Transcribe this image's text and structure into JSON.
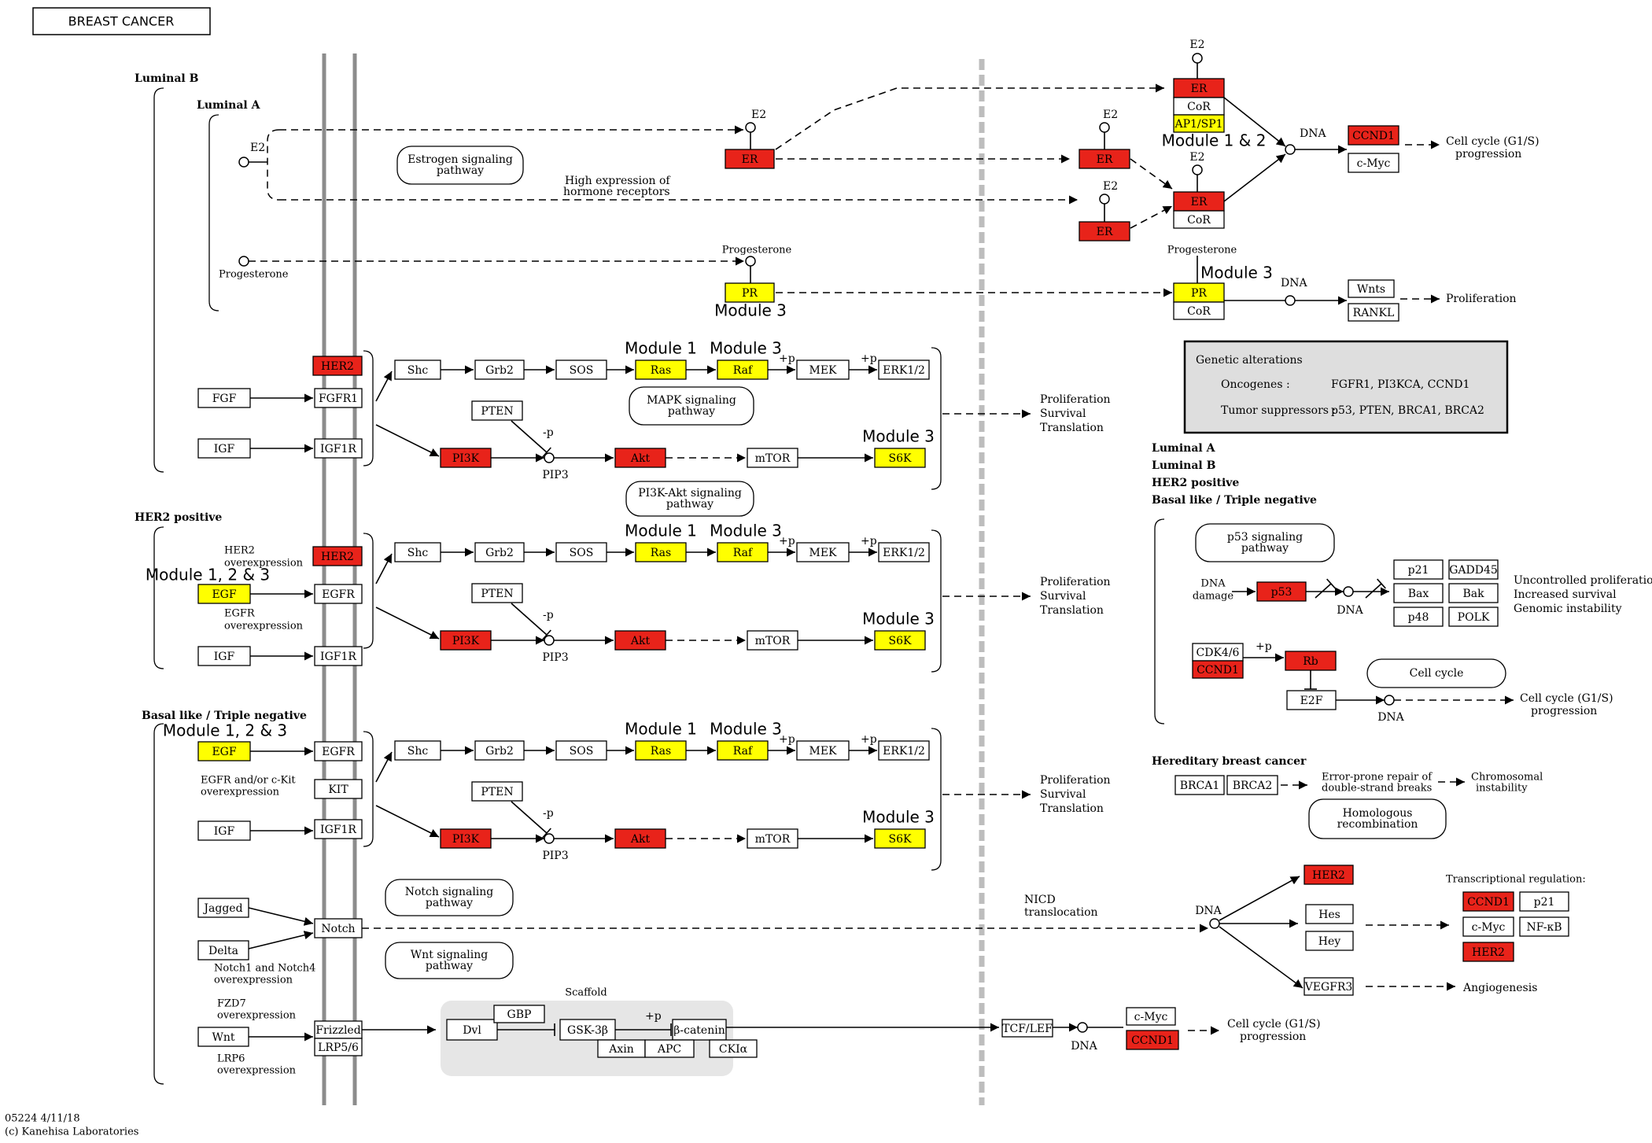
{
  "title": "BREAST CANCER",
  "footer": {
    "code": "05224 4/11/18",
    "copyright": "(c) Kanehisa Laboratories"
  },
  "colors": {
    "red": "#e8231a",
    "yellow": "#ffff00",
    "white": "#ffffff",
    "gray_box": "#dedede",
    "scaffold": "#e6e6e6",
    "line": "#000000",
    "membrane": "#8c8c8c"
  },
  "sections": {
    "luminal_b": "Luminal B",
    "luminal_a": "Luminal A",
    "her2_positive": "HER2 positive",
    "basal_like": "Basal like / Triple negative"
  },
  "genes": {
    "her2": "HER2",
    "fgfr1": "FGFR1",
    "igf1r": "IGF1R",
    "egfr": "EGFR",
    "kit": "KIT",
    "fgf": "FGF",
    "igf": "IGF",
    "egf": "EGF",
    "shc": "Shc",
    "grb2": "Grb2",
    "sos": "SOS",
    "ras": "Ras",
    "raf": "Raf",
    "mek": "MEK",
    "erk": "ERK1/2",
    "pten": "PTEN",
    "pi3k": "PI3K",
    "akt": "Akt",
    "mtor": "mTOR",
    "s6k": "S6K",
    "er": "ER",
    "cor": "CoR",
    "ap1": "AP1/SP1",
    "pr": "PR",
    "ccnd1": "CCND1",
    "cmyc": "c-Myc",
    "wnts": "Wnts",
    "rankl": "RANKL",
    "jagged": "Jagged",
    "delta": "Delta",
    "notch": "Notch",
    "wnt": "Wnt",
    "frizzled": "Frizzled",
    "lrp": "LRP5/6",
    "dvl": "Dvl",
    "gbp": "GBP",
    "gsk": "GSK-3β",
    "bcat": "β-catenin",
    "axin": "Axin",
    "apc": "APC",
    "ck1a": "CKIα",
    "tcf": "TCF/LEF",
    "hes": "Hes",
    "hey": "Hey",
    "vegfr3": "VEGFR3",
    "p21": "p21",
    "nfkb": "NF-κB",
    "p53": "p53",
    "gadd45": "GADD45",
    "bax": "Bax",
    "bak": "Bak",
    "p48": "p48",
    "polk": "POLK",
    "cdk46": "CDK4/6",
    "rb": "Rb",
    "e2f": "E2F",
    "brca1": "BRCA1",
    "brca2": "BRCA2"
  },
  "modules": {
    "m1": "Module 1",
    "m3": "Module 3",
    "m12": "Module 1 & 2",
    "m123": "Module 1, 2 & 3"
  },
  "labels": {
    "e2": "E2",
    "progesterone": "Progesterone",
    "dna": "DNA",
    "pip3": "PIP3",
    "p": "+p",
    "mp": "-p",
    "high_expr_1": "High expression of",
    "high_expr_2": "hormone receptors",
    "prolif": "Proliferation",
    "survival": "Survival",
    "translation": "Translation",
    "cellcycle_1": "Cell cycle (G1/S)",
    "cellcycle_2": "progression",
    "her2_over_1": "HER2",
    "her2_over_2": "overexpression",
    "egfr_over_1": "EGFR",
    "egfr_over_2": "overexpression",
    "egfrkit_1": "EGFR and/or c-Kit",
    "egfrkit_2": "overexpression",
    "notch_over_1": "Notch1 and Notch4",
    "notch_over_2": "overexpression",
    "fzd_1": "FZD7",
    "fzd_2": "overexpression",
    "lrp_1": "LRP6",
    "lrp_2": "overexpression",
    "scaffold": "Scaffold",
    "nicd_1": "NICD",
    "nicd_2": "translocation",
    "dna_damage_1": "DNA",
    "dna_damage_2": "damage",
    "uncontrolled": "Uncontrolled proliferation",
    "increased": "Increased survival",
    "genomic": "Genomic instability",
    "hereditary": "Hereditary breast cancer",
    "error_1": "Error-prone repair of",
    "error_2": "double-strand breaks",
    "chrom_1": "Chromosomal",
    "chrom_2": "instability",
    "transcriptional": "Transcriptional regulation:",
    "angiogenesis": "Angiogenesis",
    "subtype_luminal_a": "Luminal A",
    "subtype_luminal_b": "Luminal B",
    "subtype_her2": "HER2 positive",
    "subtype_basal": "Basal like / Triple negative"
  },
  "pathways": {
    "estrogen_1": "Estrogen signaling",
    "estrogen_2": "pathway",
    "mapk_1": "MAPK signaling",
    "mapk_2": "pathway",
    "pi3k_1": "PI3K-Akt signaling",
    "pi3k_2": "pathway",
    "notch_1": "Notch signaling",
    "notch_2": "pathway",
    "wnt_1": "Wnt signaling",
    "wnt_2": "pathway",
    "p53_1": "p53 signaling",
    "p53_2": "pathway",
    "cellcycle": "Cell cycle",
    "homologous_1": "Homologous",
    "homologous_2": "recombination"
  },
  "genetic_alterations": {
    "heading": "Genetic alterations",
    "oncogenes_label": "Oncogenes :",
    "oncogenes": "FGFR1, PI3KCA, CCND1",
    "suppressors_label": "Tumor suppressors :",
    "suppressors": "p53, PTEN, BRCA1, BRCA2"
  }
}
